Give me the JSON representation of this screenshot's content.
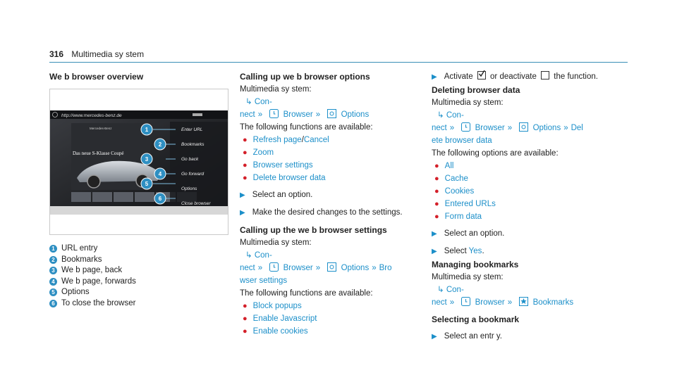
{
  "header": {
    "page_number": "316",
    "title": "Multimedia sy stem"
  },
  "col1": {
    "heading": "We b browser overview",
    "screen": {
      "url": "http://www.mercedes-benz.de",
      "brand": "Mercedes-Benz",
      "headline": "Das neue S-Klasse Coupé",
      "menu": [
        "Enter URL",
        "Bookmarks",
        "Go back",
        "Go forward",
        "Options",
        "Close browser"
      ]
    },
    "legend": [
      {
        "n": "1",
        "t": "URL entry"
      },
      {
        "n": "2",
        "t": "Bookmarks"
      },
      {
        "n": "3",
        "t": "We b page, back"
      },
      {
        "n": "4",
        "t": "We b page, forwards"
      },
      {
        "n": "5",
        "t": "Options"
      },
      {
        "n": "6",
        "t": "To close the browser"
      }
    ]
  },
  "col2": {
    "h1": "Calling up we b browser options",
    "system": "Multimedia sy stem:",
    "nav1_a": "Con-",
    "nav1_b": "nect",
    "browser": "Browser",
    "options": "Options",
    "intro": "The following functions are available:",
    "refresh": "Refresh page",
    "slash": "/",
    "cancel": "Cancel",
    "items1": [
      "Zoom",
      "Browser settings",
      "Delete browser data"
    ],
    "step1": "Select an option.",
    "step2": "Make the desired changes to the settings.",
    "h2": "Calling up the we b browser settings",
    "system2": "Multimedia sy stem:",
    "nav2_bro": "Bro",
    "nav2_cont": "wser settings",
    "intro2": "The following functions are available:",
    "items2": [
      "Block popups",
      "Enable Javascript",
      "Enable cookies"
    ]
  },
  "col3": {
    "activate_a": "Activate",
    "activate_b": "or deactivate",
    "activate_c": "the function.",
    "h1": "Deleting browser data",
    "system": "Multimedia sy stem:",
    "nav_a": "Con-",
    "nav_b": "nect",
    "browser": "Browser",
    "options": "Options",
    "del": "Del",
    "del_cont": "ete browser data",
    "intro": "The following options are available:",
    "items": [
      "All",
      "Cache",
      "Cookies",
      "Entered URLs",
      "Form data"
    ],
    "step1": "Select an option.",
    "select_a": "Select",
    "select_yes": "Yes",
    "select_dot": ".",
    "h2": "Managing bookmarks",
    "system2": "Multimedia sy stem:",
    "bookmarks": "Bookmarks",
    "h3": "Selecting a bookmark",
    "step2": "Select an entr y."
  },
  "colors": {
    "accent": "#1c8fc9",
    "bullet": "#d4202a",
    "rule": "#3a8fb7"
  }
}
